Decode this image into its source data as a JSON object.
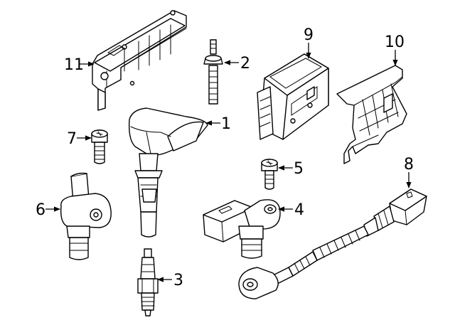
{
  "callouts": [
    {
      "id": "1",
      "label": "1"
    },
    {
      "id": "2",
      "label": "2"
    },
    {
      "id": "3",
      "label": "3"
    },
    {
      "id": "4",
      "label": "4"
    },
    {
      "id": "5",
      "label": "5"
    },
    {
      "id": "6",
      "label": "6"
    },
    {
      "id": "7",
      "label": "7"
    },
    {
      "id": "8",
      "label": "8"
    },
    {
      "id": "9",
      "label": "9"
    },
    {
      "id": "10",
      "label": "10"
    },
    {
      "id": "11",
      "label": "11"
    }
  ],
  "parts": [
    {
      "name": "ignition-coil",
      "callout": "1"
    },
    {
      "name": "stud-bolt",
      "callout": "2"
    },
    {
      "name": "spark-plug",
      "callout": "3"
    },
    {
      "name": "camshaft-position-sensor",
      "callout": "4"
    },
    {
      "name": "mounting-bolt",
      "callout": "5"
    },
    {
      "name": "crankshaft-position-sensor",
      "callout": "6"
    },
    {
      "name": "sensor-bolt",
      "callout": "7"
    },
    {
      "name": "knock-sensor",
      "callout": "8"
    },
    {
      "name": "engine-control-module",
      "callout": "9"
    },
    {
      "name": "ecm-bracket",
      "callout": "10"
    },
    {
      "name": "coil-bracket",
      "callout": "11"
    }
  ],
  "colors": {
    "line": "#000000",
    "background": "#ffffff"
  }
}
